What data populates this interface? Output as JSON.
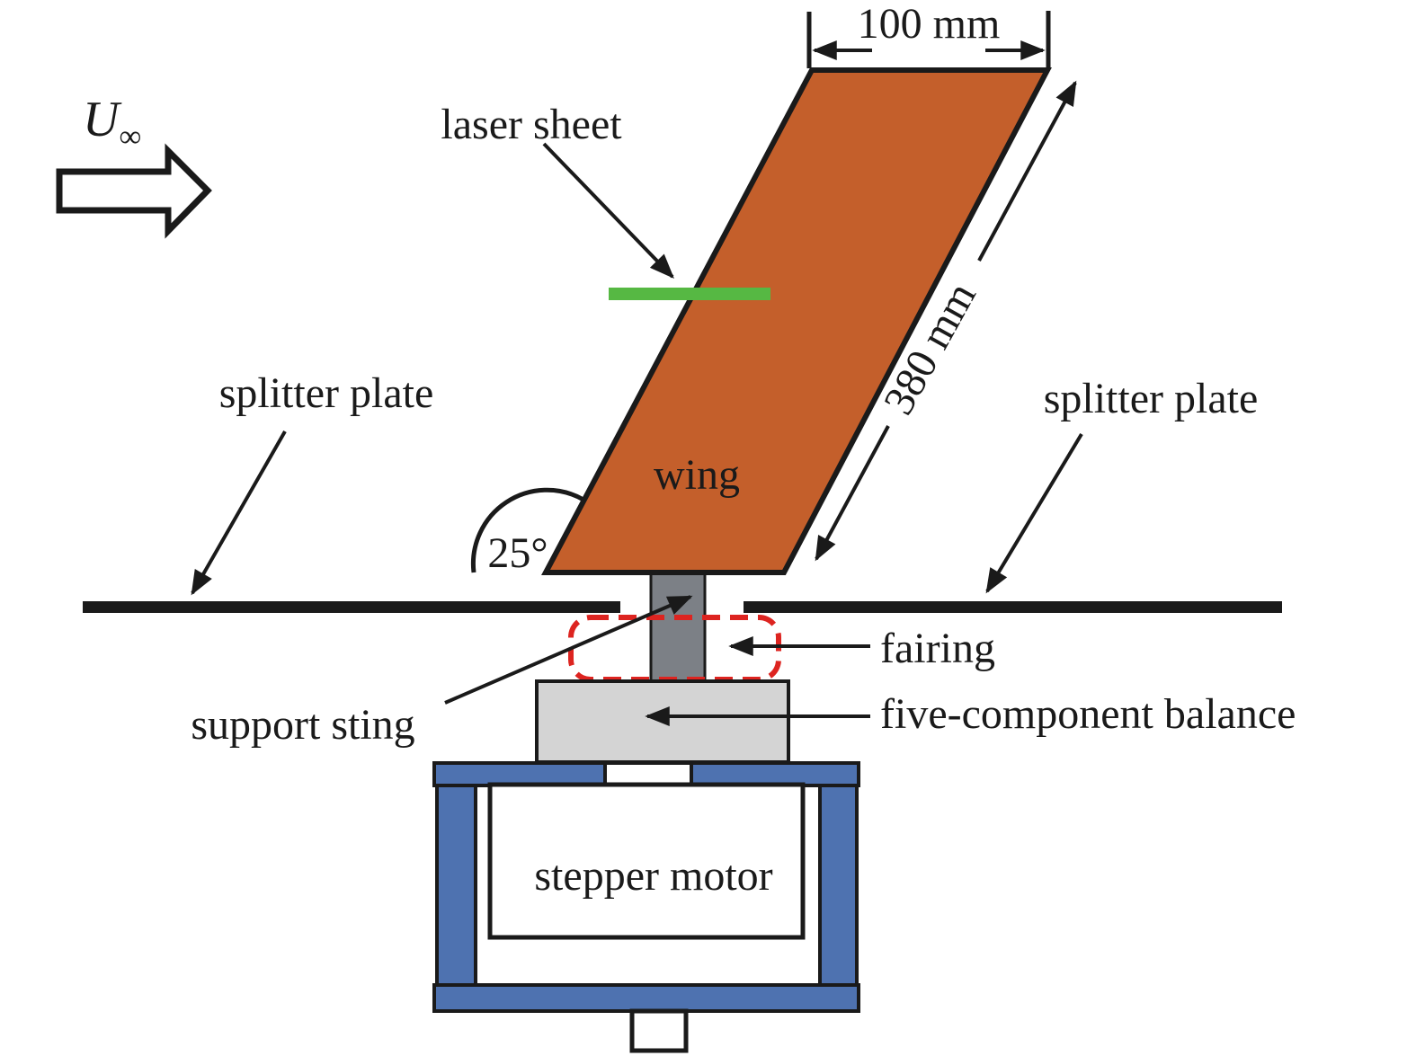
{
  "diagram": {
    "description": "wind tunnel experimental setup schematic",
    "labels": {
      "freestream_u": "U",
      "freestream_inf": "∞",
      "laser_sheet": "laser sheet",
      "wing": "wing",
      "splitter_plate_left": "splitter plate",
      "splitter_plate_right": "splitter plate",
      "support_sting": "support sting",
      "fairing": "fairing",
      "balance": "five-component balance",
      "stepper_motor": "stepper motor"
    },
    "dimensions": {
      "chord": "100 mm",
      "span": "380 mm",
      "angle": "25°"
    },
    "colors": {
      "wing_orange": "#C45F2B",
      "laser_green": "#56B843",
      "fairing_red": "#DD2420",
      "frame_blue": "#4E72B0",
      "sting_gray": "#7C8086",
      "balance_gray": "#D4D4D4",
      "line_black": "#1a1a1a"
    }
  }
}
